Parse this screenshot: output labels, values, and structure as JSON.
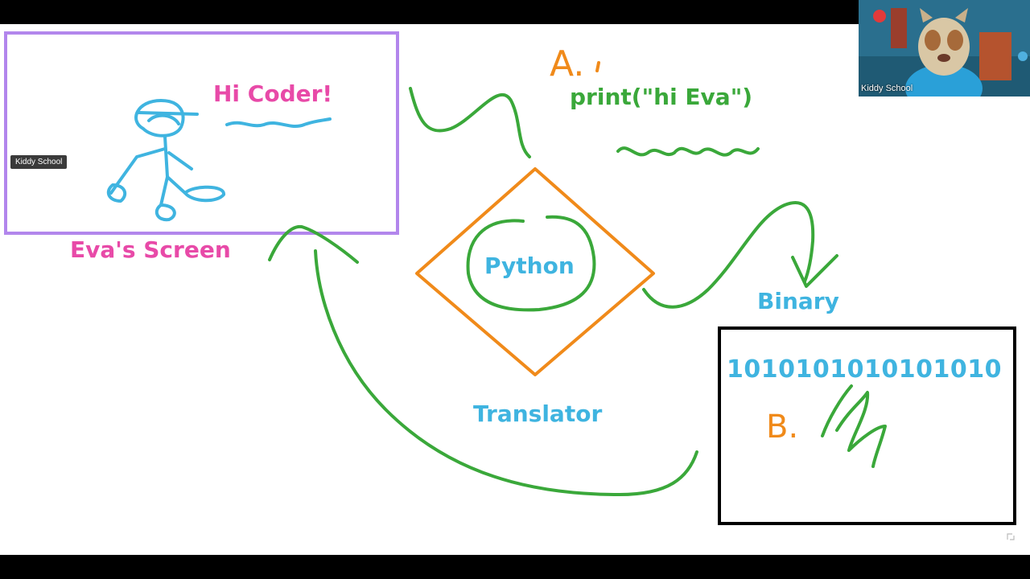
{
  "whiteboard": {
    "eva_screen": {
      "greeting": "Hi Coder!",
      "caption": "Eva's Screen",
      "name_tag": "Kiddy School"
    },
    "step_a": {
      "marker": "A.",
      "code": "print(\"hi Eva\")"
    },
    "python": "Python",
    "translator": "Translator",
    "binary": {
      "label": "Binary",
      "digits": "1010101010101010",
      "marker": "B."
    }
  },
  "video": {
    "participant_name": "Kiddy School"
  },
  "icons": [
    "stick-figure-drawing",
    "squiggle-drawing",
    "arrow-drawing",
    "expand-icon"
  ],
  "colors": {
    "pink": "#e84aa8",
    "blue": "#3fb4e0",
    "green": "#3aa83a",
    "orange": "#f08a1a",
    "purple": "#b286ec"
  }
}
